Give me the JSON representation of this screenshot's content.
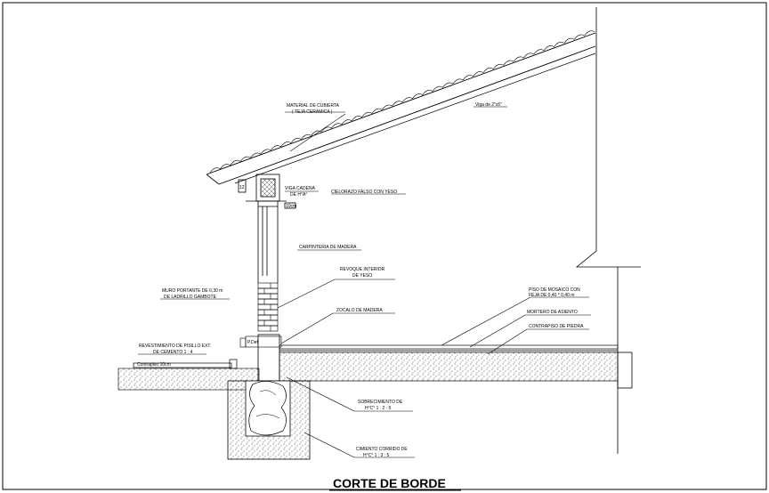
{
  "title": "CORTE DE BORDE",
  "labels": {
    "roof_material_1": "MATERIAL DE CUBIERTA",
    "roof_material_2": "( TEJA CERAMICA )",
    "beam": "Viga de 2\"x5\"",
    "ring_beam_1": "VIGA CADENA",
    "ring_beam_2": "DE H°A°",
    "ceiling": "CIELORAZO FALSO CON YESO",
    "door_frame": "CARPINTERIA DE MADERA",
    "interior_plaster_1": "REVOQUE INTERIOR",
    "interior_plaster_2": "DE YESO",
    "wall_1": "MURO PORTANTE DE 0,30 m",
    "wall_2": "DE LADRILLO GAMBOTE",
    "baseboard": "ZOCALO DE MADERA",
    "exterior_finish_1": "REVESTIMIENTO DE PISILLO EXT.",
    "exterior_finish_2": "DE CEMENTO   1 : 4",
    "sidewalk": "Contrapiso 10cm",
    "mosaic_floor_1": "PISO DE MOSAICO CON",
    "mosaic_floor_2": "FEJA DE 0,40 * 0,40 m",
    "mortar": "MORTERO DE ASIENTO",
    "subfloor": "CONTRAPISO DE PIEDRA",
    "overfoundation_1": "SOBRECIMIENTO DE",
    "overfoundation_2": "H°C°   1 : 2 : 5",
    "foundation_1": "CIMIENTO CORRIDO DE",
    "foundation_2": "H°C°   1 : 3 : 5",
    "small_1": "12",
    "small_2": "10cm",
    "small_3": "P.Def"
  }
}
